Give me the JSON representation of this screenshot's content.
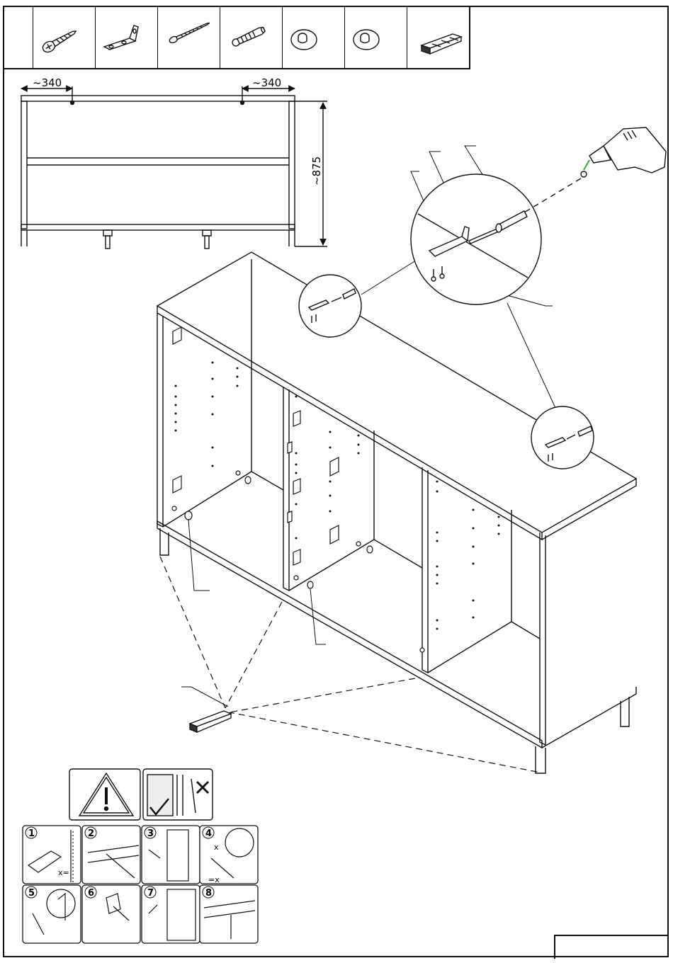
{
  "parts": [
    {
      "icon": "flat-head-screw-icon",
      "qty": ""
    },
    {
      "icon": "angle-bracket-icon",
      "qty": ""
    },
    {
      "icon": "long-screw-icon",
      "qty": ""
    },
    {
      "icon": "wall-plug-icon",
      "qty": ""
    },
    {
      "icon": "round-pad-icon",
      "qty": ""
    },
    {
      "icon": "round-pad-alt-icon",
      "qty": ""
    },
    {
      "icon": "wedge-shims-icon",
      "qty": ""
    }
  ],
  "front_view": {
    "left_distance": "~340",
    "right_distance": "~340",
    "height": "~875"
  },
  "safety_steps": [
    "1",
    "2",
    "3",
    "4",
    "5",
    "6",
    "7",
    "8"
  ],
  "step_labels": {
    "step1": "x=",
    "step4a": "x",
    "step4b": "=x"
  },
  "page_number": ""
}
